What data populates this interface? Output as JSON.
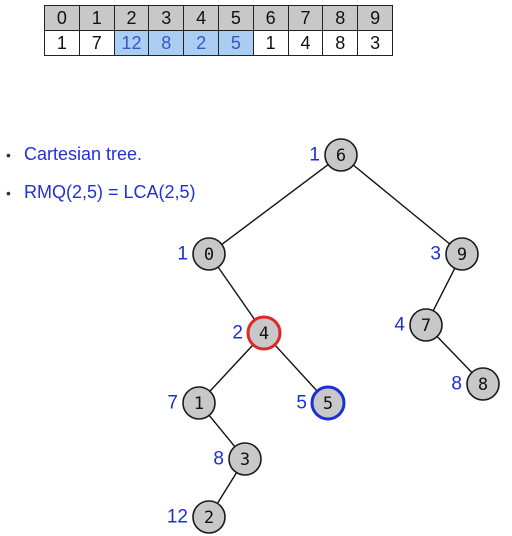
{
  "array": {
    "indices": [
      "0",
      "1",
      "2",
      "3",
      "4",
      "5",
      "6",
      "7",
      "8",
      "9"
    ],
    "values": [
      "1",
      "7",
      "12",
      "8",
      "2",
      "5",
      "1",
      "4",
      "8",
      "3"
    ],
    "highlight_range": [
      2,
      5
    ],
    "highlight_color": "#a9cdf3"
  },
  "bullets": [
    "Cartesian tree.",
    "RMQ(2,5) = LCA(2,5)"
  ],
  "tree": {
    "nodes": [
      {
        "id": "6",
        "label": "1",
        "style": "normal"
      },
      {
        "id": "0",
        "label": "1",
        "style": "normal"
      },
      {
        "id": "9",
        "label": "3",
        "style": "normal"
      },
      {
        "id": "4",
        "label": "2",
        "style": "red"
      },
      {
        "id": "7",
        "label": "4",
        "style": "normal"
      },
      {
        "id": "8",
        "label": "8",
        "style": "normal"
      },
      {
        "id": "1",
        "label": "7",
        "style": "normal"
      },
      {
        "id": "5",
        "label": "5",
        "style": "blue"
      },
      {
        "id": "3",
        "label": "8",
        "style": "normal"
      },
      {
        "id": "2",
        "label": "12",
        "style": "normal"
      }
    ],
    "edges": [
      [
        "6",
        "0"
      ],
      [
        "6",
        "9"
      ],
      [
        "0",
        "4"
      ],
      [
        "9",
        "7"
      ],
      [
        "7",
        "8"
      ],
      [
        "4",
        "1"
      ],
      [
        "4",
        "5"
      ],
      [
        "1",
        "3"
      ],
      [
        "3",
        "2"
      ]
    ],
    "colors": {
      "lca": "#e02626",
      "query_endpoint": "#1c2fd6",
      "labels": "#1c2fd6"
    }
  }
}
